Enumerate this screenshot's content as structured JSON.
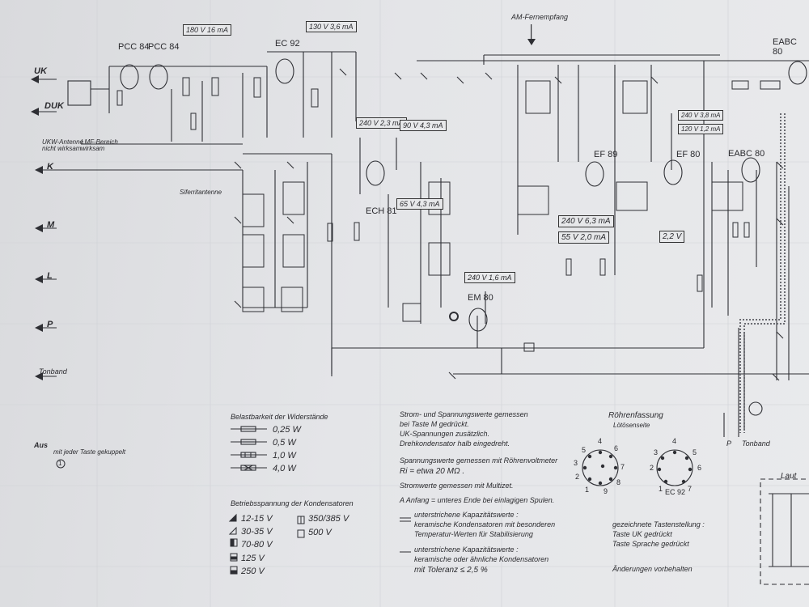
{
  "header": {
    "am_label": "AM-Fernempfang",
    "corner_tube": "EABC 80"
  },
  "switch_labels": {
    "uk": "UK",
    "duk": "DUK",
    "k": "K",
    "m": "M",
    "l": "L",
    "p": "P",
    "tonband": "Tonband",
    "aus": "Aus",
    "aus_note": "mit jeder Taste gekuppelt",
    "aus_num": "1"
  },
  "tubes": {
    "pcc84_a": "PCC 84",
    "pcc84_b": "PCC 84",
    "ec92": "EC 92",
    "ech81": "ECH 81",
    "em80": "EM 80",
    "ef89": "EF 89",
    "ef80": "EF 80",
    "eabc80": "EABC 80"
  },
  "measurements": {
    "v180": "180 V  16 mA",
    "v130": "130 V  3,6 mA",
    "v240a": "240 V 2,3 mA",
    "v90": "90 V  4,3 mA",
    "v65": "65 V  4,3 mA",
    "v240em": "240 V 1,6 mA",
    "v240b": "240 V 6,3 mA",
    "v55": "55 V  2,0 mA",
    "v22": "2,2 V",
    "v240c": "240 V 3,8 mA",
    "v120": "120 V 1,2 mA"
  },
  "notes": {
    "ukw_antenne": "UKW-Antenne\nnicht wirksam",
    "lmf_bereich": "LMF-Bereich\nwirksam",
    "ferrit": "Siferritantenne",
    "tonband_lbl": "Tonband",
    "p_lbl": "P",
    "laut": "Laut"
  },
  "resistor_legend": {
    "title": "Belastbarkeit der Widerstände",
    "items": [
      "0,25 W",
      "0,5 W",
      "1,0 W",
      "4,0 W"
    ]
  },
  "capacitor_legend": {
    "title": "Betriebsspannung der Kondensatoren",
    "left": [
      "12-15 V",
      "30-35 V",
      "70-80 V",
      "125 V",
      "250 V"
    ],
    "right": [
      "350/385 V",
      "500 V"
    ]
  },
  "center_notes": {
    "n1": "Strom- und Spannungswerte gemessen",
    "n2": "bei Taste M gedrückt.",
    "n3": "UK-Spannungen zusätzlich.",
    "n4": "Drehkondensator halb eingedreht.",
    "n5": "Spannungswerte gemessen mit Röhrenvoltmeter",
    "n6": "Ri = etwa 20 MΩ .",
    "n7": "Stromwerte gemessen mit Multizet.",
    "n8": "A Anfang = unteres Ende bei einlagigen Spulen.",
    "n9": "unterstrichene Kapazitätswerte :",
    "n10": "keramische Kondensatoren mit besonderen",
    "n11": "Temperatur-Werten für Stabilisierung",
    "n12": "unterstrichene Kapazitätswerte :",
    "n13": "keramische oder ähnliche Kondensatoren",
    "n14": "mit  Toleranz  ≤ 2,5 %"
  },
  "roehren": {
    "title": "Röhrenfassung",
    "subtitle": "Lötösenseite",
    "ec92": "EC 92",
    "pins9": [
      "1",
      "2",
      "3",
      "4",
      "5",
      "6",
      "7",
      "8",
      "9"
    ],
    "pins7": [
      "1",
      "2",
      "3",
      "4",
      "5",
      "6",
      "7"
    ]
  },
  "right_notes": {
    "r1": "gezeichnete Tastenstellung :",
    "r2": "Taste  UK  gedrückt",
    "r3": "Taste  Sprache  gedrückt",
    "r4": "Änderungen vorbehalten"
  }
}
